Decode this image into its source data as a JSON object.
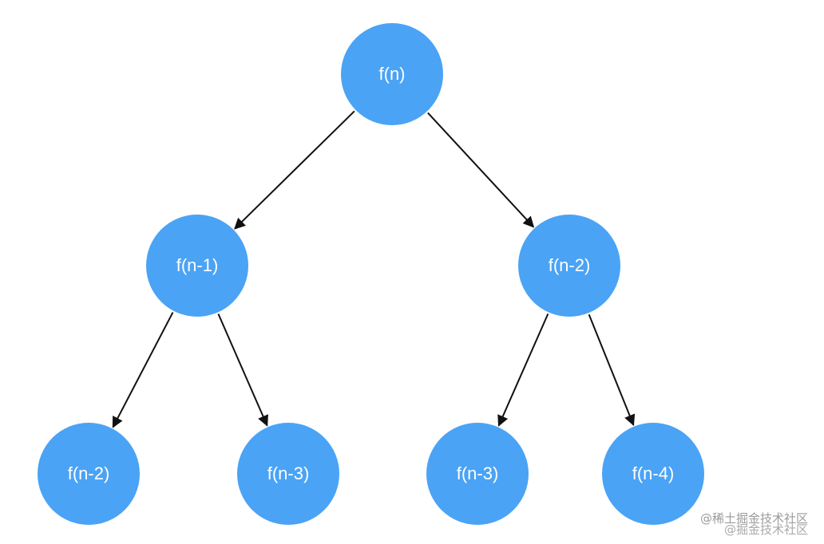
{
  "diagram": {
    "nodes": [
      {
        "id": "n",
        "label": "f(n)"
      },
      {
        "id": "n1",
        "label": "f(n-1)"
      },
      {
        "id": "n2",
        "label": "f(n-2)"
      },
      {
        "id": "n1a",
        "label": "f(n-2)"
      },
      {
        "id": "n1b",
        "label": "f(n-3)"
      },
      {
        "id": "n2a",
        "label": "f(n-3)"
      },
      {
        "id": "n2b",
        "label": "f(n-4)"
      }
    ],
    "edges": [
      {
        "from": "n",
        "to": "n1"
      },
      {
        "from": "n",
        "to": "n2"
      },
      {
        "from": "n1",
        "to": "n1a"
      },
      {
        "from": "n1",
        "to": "n1b"
      },
      {
        "from": "n2",
        "to": "n2a"
      },
      {
        "from": "n2",
        "to": "n2b"
      }
    ],
    "colors": {
      "node_fill": "#4aa3f5",
      "node_text": "#ffffff",
      "edge": "#111111"
    }
  },
  "watermark": {
    "line1": "@稀土掘金技术社区",
    "line2": "@掘金技术社区"
  }
}
